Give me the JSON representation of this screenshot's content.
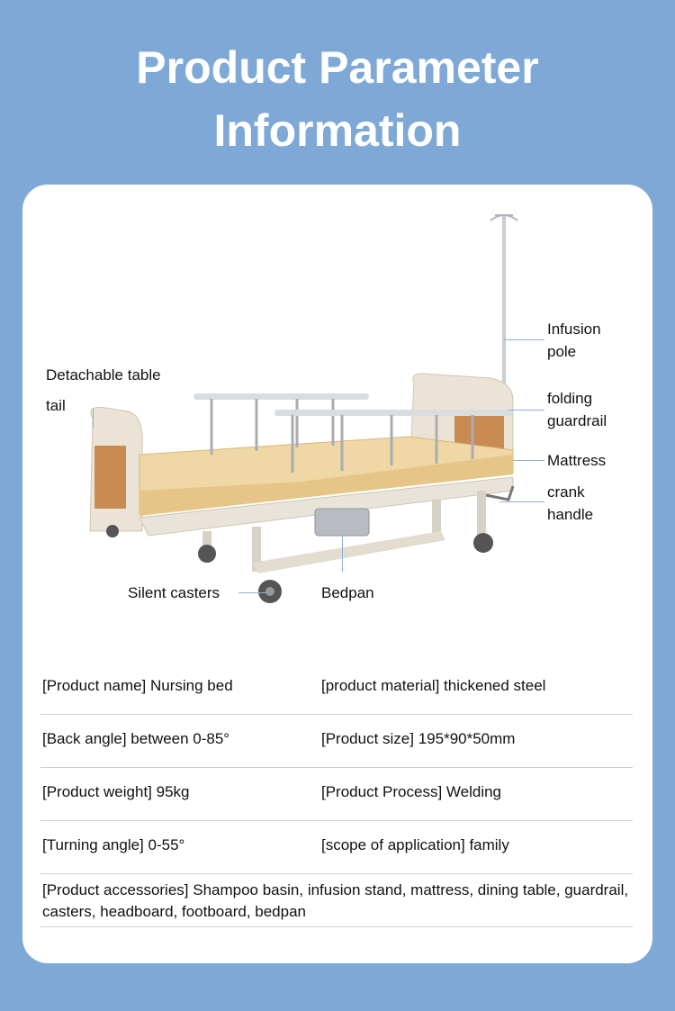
{
  "header": {
    "title_line1": "Product Parameter",
    "title_line2": "Information"
  },
  "figure": {
    "labels": {
      "detachable": "Detachable table",
      "tail": "tail",
      "infusion1": "Infusion",
      "infusion2": "pole",
      "folding1": "folding",
      "folding2": "guardrail",
      "mattress": "Mattress",
      "crank1": "crank",
      "crank2": "handle",
      "casters": "Silent casters",
      "bedpan": "Bedpan"
    }
  },
  "specs": {
    "rows": [
      {
        "c1": "[Product name] Nursing bed",
        "c2": "[product material] thickened steel"
      },
      {
        "c1": "[Back angle] between 0-85°",
        "c2": "[Product size] 195*90*50mm"
      },
      {
        "c1": "[Product weight] 95kg",
        "c2": "[Product Process] Welding"
      },
      {
        "c1": "[Turning angle] 0-55°",
        "c2": "[scope of application] family"
      }
    ],
    "accessories": "[Product accessories] Shampoo basin, infusion stand, mattress, dining table, guardrail, casters, headboard, footboard, bedpan"
  }
}
